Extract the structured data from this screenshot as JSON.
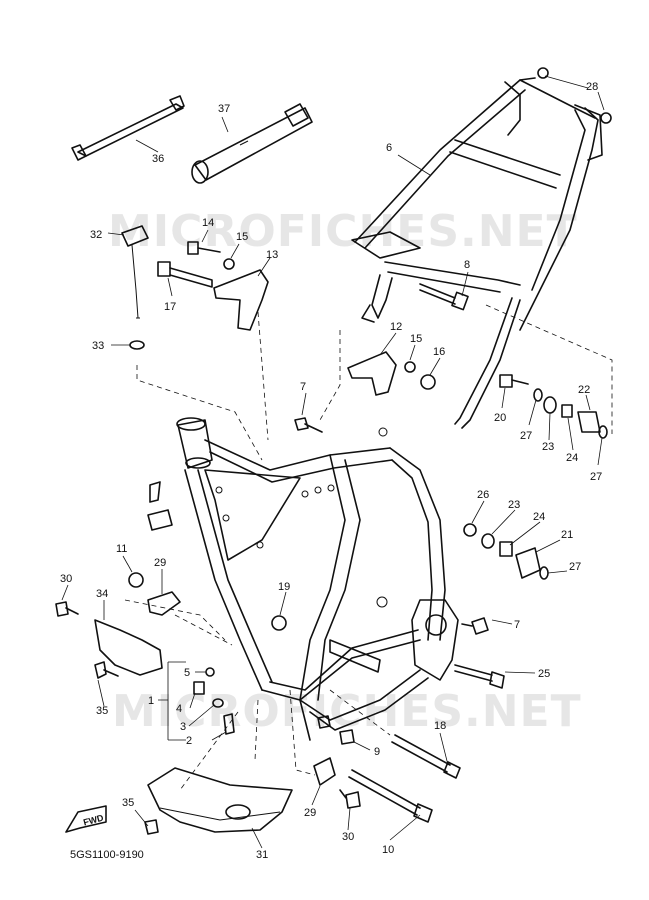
{
  "watermark": "MICROFICHES.NET",
  "diagram_code": "5GS1100-9190",
  "direction_label": "FWD",
  "callouts": [
    "1",
    "2",
    "3",
    "4",
    "5",
    "6",
    "7",
    "8",
    "9",
    "10",
    "11",
    "12",
    "13",
    "14",
    "15",
    "16",
    "17",
    "18",
    "19",
    "20",
    "21",
    "22",
    "23",
    "24",
    "25",
    "26",
    "27",
    "28",
    "29",
    "30",
    "31",
    "32",
    "33",
    "34",
    "35",
    "36",
    "37"
  ]
}
